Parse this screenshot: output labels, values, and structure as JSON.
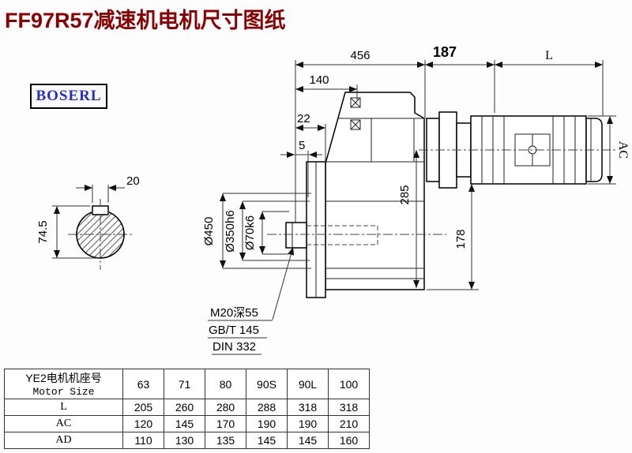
{
  "page": {
    "title": "FF97R57减速机电机尺寸图纸",
    "logo": "BOSERL",
    "title_color": "#8b0000",
    "logo_color": "#2230c8",
    "background": "#fdfdfd"
  },
  "drawing": {
    "dim_456": "456",
    "dim_187": "187",
    "dim_L": "L",
    "dim_140": "140",
    "dim_22": "22",
    "dim_5": "5",
    "dim_AC": "AC",
    "dim_285": "285",
    "dim_178": "178",
    "dia_450": "Ø450",
    "dia_350": "Ø350h6",
    "dia_70": "Ø70k6",
    "dim_20": "20",
    "dim_74_5": "74.5",
    "note_thread": "M20深55",
    "note_gbt": "GB/T 145",
    "note_din": "DIN 332"
  },
  "table": {
    "header_cn": "YE2电机机座号",
    "header_en": "Motor Size",
    "sizes": [
      "63",
      "71",
      "80",
      "90S",
      "90L",
      "100"
    ],
    "rows": [
      {
        "label": "L",
        "values": [
          "205",
          "260",
          "280",
          "288",
          "318",
          "318"
        ]
      },
      {
        "label": "AC",
        "values": [
          "120",
          "145",
          "170",
          "190",
          "190",
          "210"
        ]
      },
      {
        "label": "AD",
        "values": [
          "110",
          "130",
          "135",
          "145",
          "145",
          "160"
        ]
      }
    ]
  }
}
